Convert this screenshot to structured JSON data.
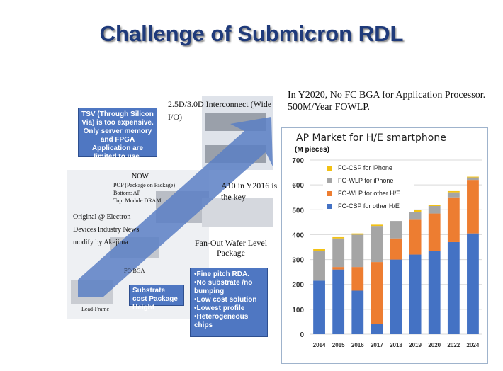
{
  "title": "Challenge of Submicron RDL",
  "left_figure": {
    "interconnect_label": "2.5D/3.0D Interconnect (Wide I/O)",
    "tsv_callout": "TSV (Through Silicon Via) is too expensive. Only server memory and FPGA Application are limited to use.",
    "now_label": "NOW",
    "pop_text": "POP (Package on Package)",
    "bottom_text": "Bottom: AP",
    "top_text": "Top: Module DRAM",
    "a10_text": "A10 in Y2016 is the key",
    "source_note": "Original @ Electron Devices Industry News modify by Akejima",
    "fowlp_label": "Fan-Out Wafer Level Package",
    "fcbga_label": "FC-BGA",
    "leadframe_label": "Lead-Frame",
    "substrate_callout": "Substrate cost Package Height",
    "benefits": [
      "•Fine pitch RDA.",
      "•No substrate /no bumping",
      "•Low cost solution",
      "•Lowest profile",
      "•Heterogeneous chips"
    ],
    "arrow_color": "#5b7fc4"
  },
  "right_heading": "In Y2020, No FC BGA for Application Processor. 500M/Year FOWLP.",
  "colors": {
    "title": "#1f3a7a",
    "fc_csp_iphone": "#f2c114",
    "fo_wlp_iphone": "#a5a5a5",
    "fo_wlp_other": "#ed7d31",
    "fc_csp_other": "#4472c4"
  },
  "chart_data": {
    "type": "bar",
    "stacked": true,
    "title": "AP Market for H/E smartphone",
    "ylabel": "(M pieces)",
    "xlabel": "",
    "ylim": [
      0,
      700
    ],
    "yticks": [
      0,
      100,
      200,
      300,
      400,
      500,
      600,
      700
    ],
    "grid": true,
    "legend_position": "top-left",
    "categories": [
      "2014",
      "2015",
      "2016",
      "2017",
      "2018",
      "2019",
      "2020",
      "2022",
      "2024"
    ],
    "series": [
      {
        "name": "FC-CSP for other H/E",
        "color": "#4472c4",
        "values": [
          215,
          260,
          175,
          40,
          300,
          320,
          335,
          370,
          405
        ]
      },
      {
        "name": "FO-WLP for other H/E",
        "color": "#ed7d31",
        "values": [
          0,
          10,
          95,
          250,
          85,
          140,
          150,
          180,
          215
        ]
      },
      {
        "name": "FO-WLP for iPhone",
        "color": "#a5a5a5",
        "values": [
          120,
          115,
          130,
          145,
          70,
          30,
          30,
          20,
          10
        ]
      },
      {
        "name": "FC-CSP for iPhone",
        "color": "#f2c114",
        "values": [
          8,
          5,
          5,
          5,
          0,
          8,
          5,
          5,
          3
        ]
      }
    ]
  }
}
